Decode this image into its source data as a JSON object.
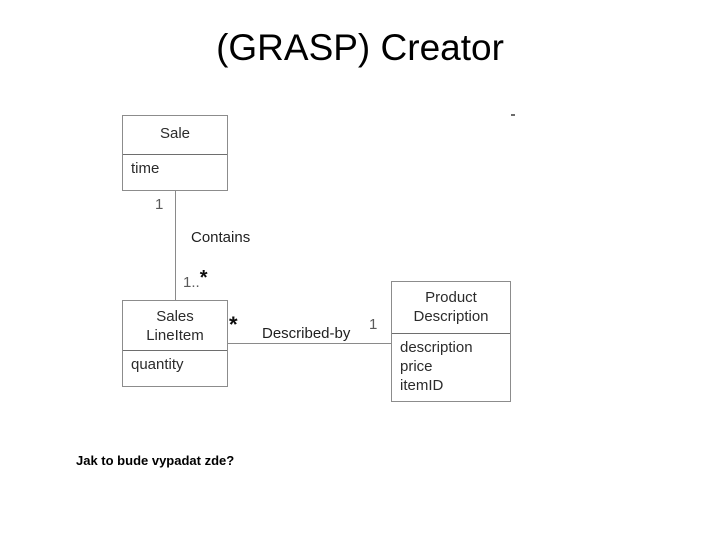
{
  "slide": {
    "title": "(GRASP) Creator",
    "note": "Jak to bude vypadat zde?"
  },
  "diagram": {
    "type": "uml-class-diagram",
    "classes": [
      {
        "id": "sale",
        "name": "Sale",
        "name_lines": [
          "Sale"
        ],
        "attributes": [
          "time"
        ]
      },
      {
        "id": "sales-lineitem",
        "name": "Sales LineItem",
        "name_lines": [
          "Sales",
          "LineItem"
        ],
        "attributes": [
          "quantity"
        ]
      },
      {
        "id": "product-description",
        "name": "Product Description",
        "name_lines": [
          "Product",
          "Description"
        ],
        "attributes": [
          "description",
          "price",
          "itemID"
        ]
      }
    ],
    "associations": [
      {
        "id": "contains",
        "label": "Contains",
        "from": "sale",
        "to": "sales-lineitem",
        "from_multiplicity": "1",
        "to_multiplicity_text": "1..",
        "to_multiplicity_star": "*"
      },
      {
        "id": "described-by",
        "label": "Described-by",
        "from": "sales-lineitem",
        "to": "product-description",
        "from_multiplicity": "*",
        "to_multiplicity": "1"
      }
    ]
  },
  "colors": {
    "background": "#ffffff",
    "text": "#000000",
    "box_border": "#8c8c8c",
    "line": "#8a8a8a",
    "class_text": "#2b2b2b"
  }
}
